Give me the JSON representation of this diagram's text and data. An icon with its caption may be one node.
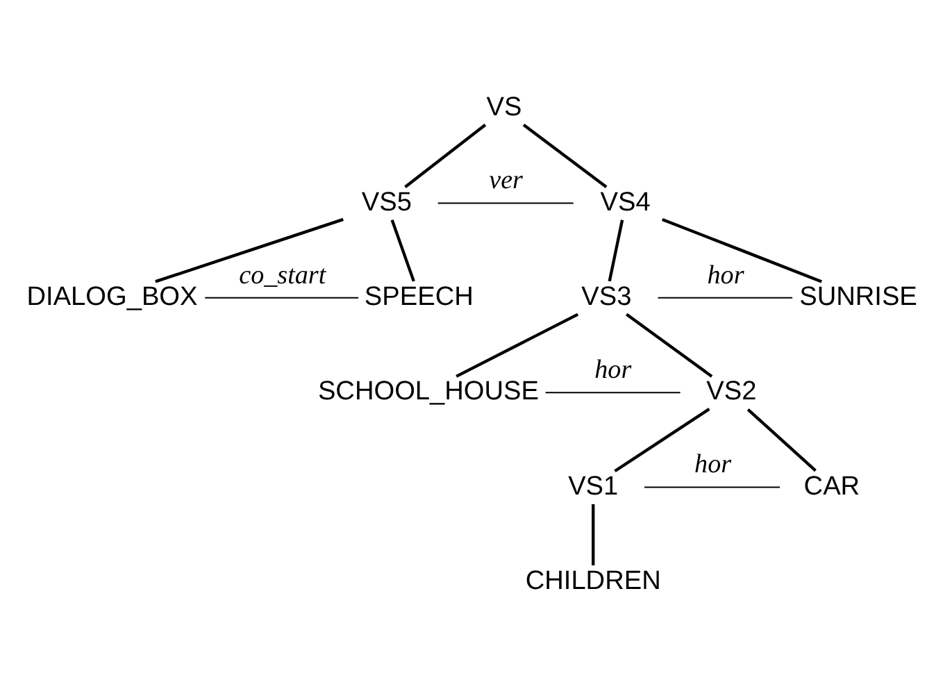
{
  "diagram": {
    "nodes": [
      {
        "text": [
          "VS"
        ]
      },
      {
        "text": [
          "VS5"
        ]
      },
      {
        "text": [
          "VS4"
        ]
      },
      {
        "text": [
          "VS3"
        ]
      },
      {
        "text": [
          "SUNRISE"
        ]
      },
      {
        "text": [
          "DIALOG_BOX"
        ]
      },
      {
        "text": [
          "SPEECH"
        ]
      },
      {
        "text": [
          "SCHOOL_HOUSE"
        ]
      },
      {
        "text": [
          "VS2"
        ]
      },
      {
        "text": [
          "VS1"
        ]
      },
      {
        "text": [
          "CAR"
        ]
      },
      {
        "text": [
          "CHILDREN"
        ]
      }
    ],
    "edges": [
      {
        "from": 0,
        "to": 1,
        "arrow": "none"
      },
      {
        "from": 0,
        "to": 2,
        "arrow": "none"
      },
      {
        "from": 1,
        "to": 5,
        "arrow": "none"
      },
      {
        "from": 1,
        "to": 6,
        "arrow": "none"
      },
      {
        "from": 2,
        "to": 3,
        "arrow": "none"
      },
      {
        "from": 2,
        "to": 4,
        "arrow": "none"
      },
      {
        "from": 3,
        "to": 8,
        "arrow": "none"
      },
      {
        "from": 3,
        "to": 7,
        "arrow": "none"
      },
      {
        "from": 8,
        "to": 9,
        "arrow": "none"
      },
      {
        "from": 8,
        "to": 10,
        "arrow": "none"
      },
      {
        "from": 9,
        "to": 11,
        "arrow": "none"
      },
      {
        "from": 1,
        "to": 2,
        "arrow": "none",
        "label": "ver"
      },
      {
        "from": 3,
        "to": 4,
        "arrow": "none",
        "label": "hor"
      },
      {
        "from": 5,
        "to": 6,
        "arrow": "none",
        "label": "co_start"
      },
      {
        "from": 8,
        "to": 7,
        "arrow": "none",
        "label": "hor"
      },
      {
        "from": 9,
        "to": 10,
        "arrow": "none",
        "label": "hor"
      }
    ]
  }
}
